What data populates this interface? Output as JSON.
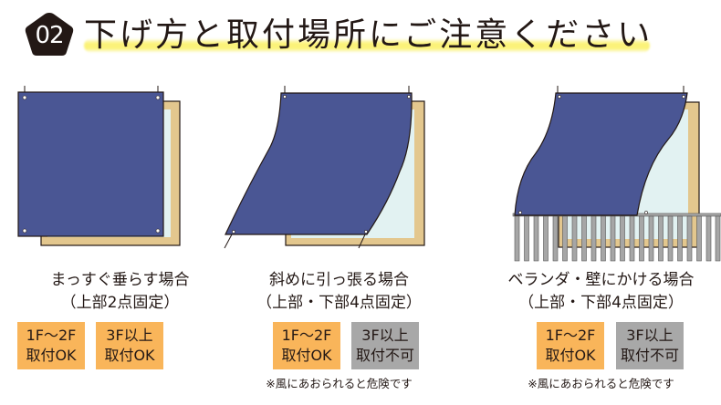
{
  "header": {
    "badge_number": "02",
    "title": "下げ方と取付場所にご注意ください",
    "highlight_color": "#fbf27a",
    "badge_color": "#231815"
  },
  "colors": {
    "sheet_blue": "#4a5694",
    "frame_tan": "#e3c78e",
    "glass": "#e2f2f2",
    "railing_gray": "#a6a6a6",
    "tag_ok": "#f9b55a",
    "tag_ng": "#a8a8a8"
  },
  "panels": [
    {
      "id": "straight",
      "illustration": "sheet-hanging-straight",
      "caption_line1": "まっすぐ垂らす場合",
      "caption_line2": "（上部2点固定）",
      "tags": [
        {
          "line1": "1F〜2F",
          "line2": "取付OK",
          "status": "ok"
        },
        {
          "line1": "3F以上",
          "line2": "取付OK",
          "status": "ok"
        }
      ],
      "note": ""
    },
    {
      "id": "diagonal",
      "illustration": "sheet-pulled-diagonal",
      "caption_line1": "斜めに引っ張る場合",
      "caption_line2": "（上部・下部4点固定）",
      "tags": [
        {
          "line1": "1F〜2F",
          "line2": "取付OK",
          "status": "ok"
        },
        {
          "line1": "3F以上",
          "line2": "取付不可",
          "status": "ng"
        }
      ],
      "note": "※風にあおられると危険です"
    },
    {
      "id": "veranda",
      "illustration": "sheet-on-veranda-wall",
      "caption_line1": "ベランダ・壁にかける場合",
      "caption_line2": "（上部・下部4点固定）",
      "tags": [
        {
          "line1": "1F〜2F",
          "line2": "取付OK",
          "status": "ok"
        },
        {
          "line1": "3F以上",
          "line2": "取付不可",
          "status": "ng"
        }
      ],
      "note": "※風にあおられると危険です"
    }
  ]
}
